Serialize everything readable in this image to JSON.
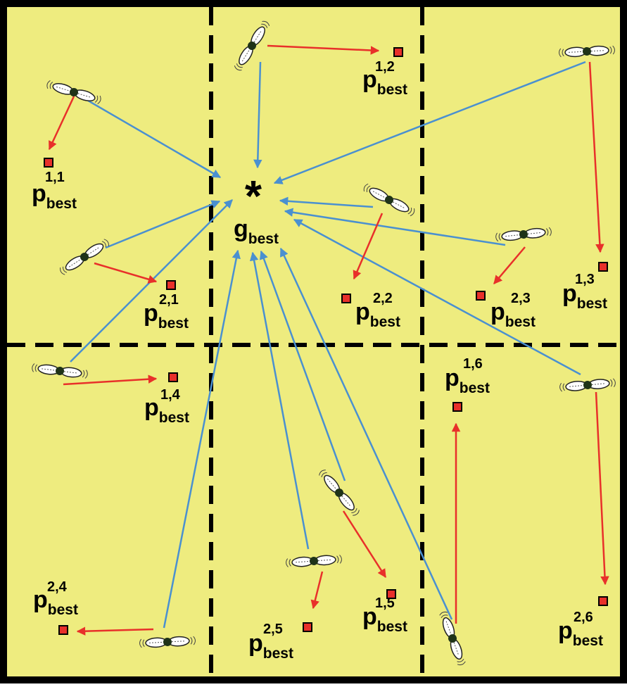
{
  "colors": {
    "background": "#eeec7f",
    "border": "#000000",
    "grid": "#000000",
    "toward_global": "#4a90d0",
    "toward_personal": "#e8302a",
    "personal_best_fill": "#e8302a"
  },
  "global_best": {
    "symbol": "*",
    "name": "g",
    "sub": "best"
  },
  "personal_bests": [
    {
      "name": "p",
      "sub": "best",
      "sup": "1,1"
    },
    {
      "name": "p",
      "sub": "best",
      "sup": "1,2"
    },
    {
      "name": "p",
      "sub": "best",
      "sup": "1,3"
    },
    {
      "name": "p",
      "sub": "best",
      "sup": "2,1"
    },
    {
      "name": "p",
      "sub": "best",
      "sup": "2,2"
    },
    {
      "name": "p",
      "sub": "best",
      "sup": "2,3"
    },
    {
      "name": "p",
      "sub": "best",
      "sup": "1,4"
    },
    {
      "name": "p",
      "sub": "best",
      "sup": "1,6"
    },
    {
      "name": "p",
      "sub": "best",
      "sup": "2,4"
    },
    {
      "name": "p",
      "sub": "best",
      "sup": "2,5"
    },
    {
      "name": "p",
      "sub": "best",
      "sup": "1,5"
    },
    {
      "name": "p",
      "sub": "best",
      "sup": "2,6"
    }
  ],
  "particles": [
    {
      "id": "1,1",
      "icon": "bee-icon"
    },
    {
      "id": "1,2",
      "icon": "bee-icon"
    },
    {
      "id": "1,3",
      "icon": "bee-icon"
    },
    {
      "id": "2,1",
      "icon": "bee-icon"
    },
    {
      "id": "2,2",
      "icon": "bee-icon"
    },
    {
      "id": "2,3",
      "icon": "bee-icon"
    },
    {
      "id": "1,4",
      "icon": "bee-icon"
    },
    {
      "id": "1,6",
      "icon": "bee-icon"
    },
    {
      "id": "2,4",
      "icon": "bee-icon"
    },
    {
      "id": "2,5",
      "icon": "bee-icon"
    },
    {
      "id": "1,5",
      "icon": "bee-icon"
    },
    {
      "id": "2,6",
      "icon": "bee-icon"
    }
  ]
}
